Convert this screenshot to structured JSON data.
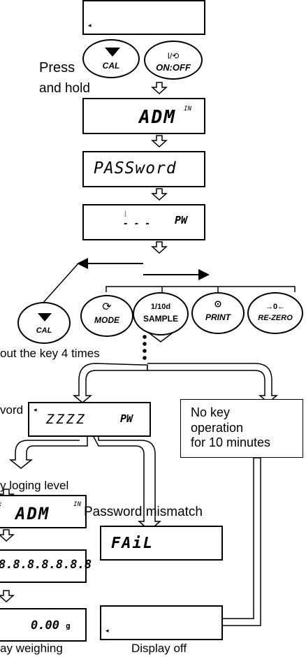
{
  "labels": {
    "press": "Press",
    "and_hold": "and hold",
    "times": "out the key 4 times",
    "password": "vord",
    "loging": "y loging level",
    "mismatch": "Password mismatch",
    "weighing": "ay weighing",
    "display_off": "Display off"
  },
  "keys": {
    "cal": "CAL",
    "onoff": "ON:OFF",
    "onoff_symbol": "I/",
    "mode": "MODE",
    "sample_top": "1/10d",
    "sample": "SAMPLE",
    "print": "PRINT",
    "rezero_top": "→0←",
    "rezero": "RE-ZERO"
  },
  "displays": {
    "adm": "ADM",
    "adm_sup": "IN",
    "password": "PASSword",
    "pw": "PW",
    "pw_digits": "- - -",
    "zzzz": "ZZZZ",
    "adm2": "ADM",
    "adm2_sup": "IN",
    "fail": "FAiL",
    "weight": "0.00",
    "unit": "g",
    "full_segments": "8.8.8.8.8.8.8"
  },
  "timeout_box": "No key\noperation\nfor 10 minutes"
}
